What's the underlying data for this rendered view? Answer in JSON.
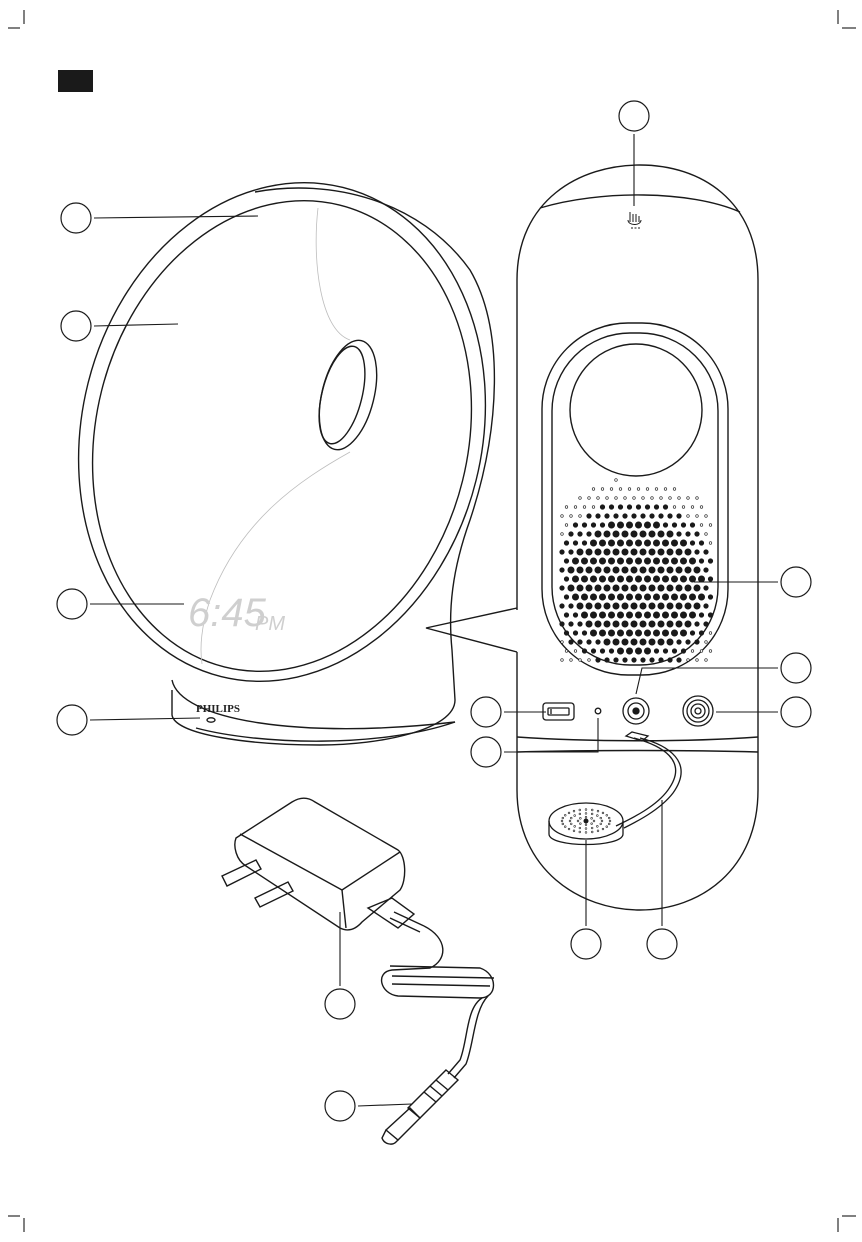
{
  "page": {
    "section_tab_color": "#1a1a1a"
  },
  "lamp": {
    "clock_time": "6:45",
    "clock_suffix": "PM",
    "brand": "PHILIPS"
  },
  "callouts": [
    {
      "id": "c1"
    },
    {
      "id": "c2"
    },
    {
      "id": "c3"
    },
    {
      "id": "c4"
    },
    {
      "id": "c5"
    },
    {
      "id": "c6"
    },
    {
      "id": "c7"
    },
    {
      "id": "c8"
    },
    {
      "id": "c9"
    },
    {
      "id": "c10"
    },
    {
      "id": "c11"
    },
    {
      "id": "c12"
    },
    {
      "id": "c13"
    },
    {
      "id": "c14"
    }
  ],
  "icons": [
    "crop-mark-icon",
    "hand-sensor-icon",
    "usb-port-icon",
    "dc-power-socket-icon",
    "headphone-jack-icon",
    "speaker-grille-icon",
    "wall-plug-icon",
    "dc-plug-icon"
  ]
}
